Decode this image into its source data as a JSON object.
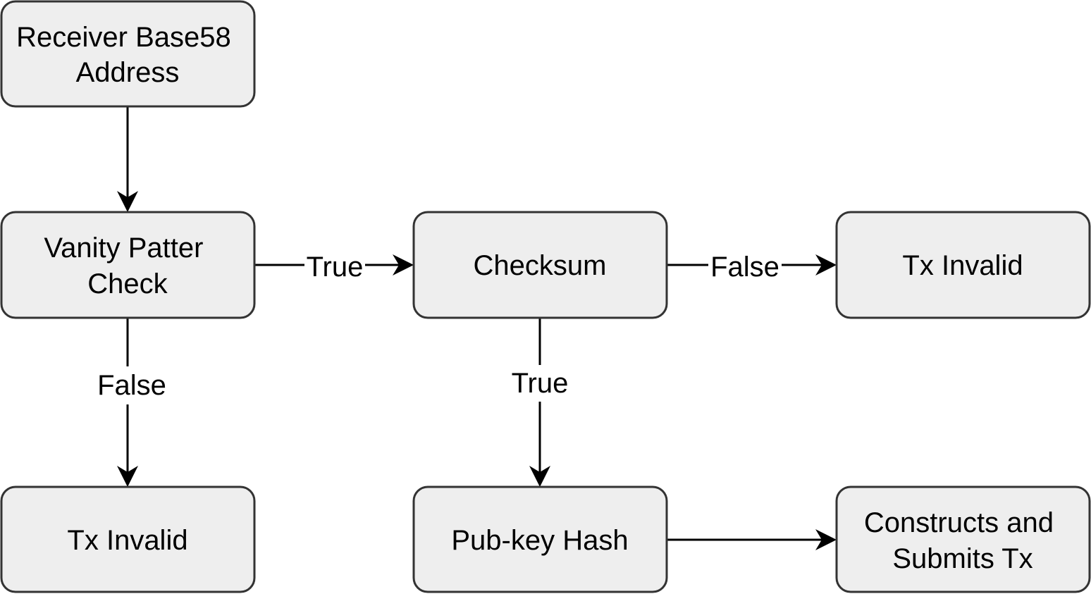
{
  "nodes": {
    "receiver_address": {
      "lines": [
        "Receiver Base58",
        "Address"
      ]
    },
    "vanity_check": {
      "lines": [
        "Vanity Patter",
        "Check"
      ]
    },
    "checksum": {
      "lines": [
        "Checksum"
      ]
    },
    "tx_invalid_right": {
      "lines": [
        "Tx Invalid"
      ]
    },
    "tx_invalid_bottom": {
      "lines": [
        "Tx Invalid"
      ]
    },
    "pubkey_hash": {
      "lines": [
        "Pub-key Hash"
      ]
    },
    "construct_submit": {
      "lines": [
        "Constructs and",
        "Submits Tx"
      ]
    }
  },
  "edges": {
    "vanity_to_checksum": {
      "label": "True"
    },
    "checksum_to_invalid": {
      "label": "False"
    },
    "vanity_to_invalid": {
      "label": "False"
    },
    "checksum_to_pubkey": {
      "label": "True"
    }
  }
}
